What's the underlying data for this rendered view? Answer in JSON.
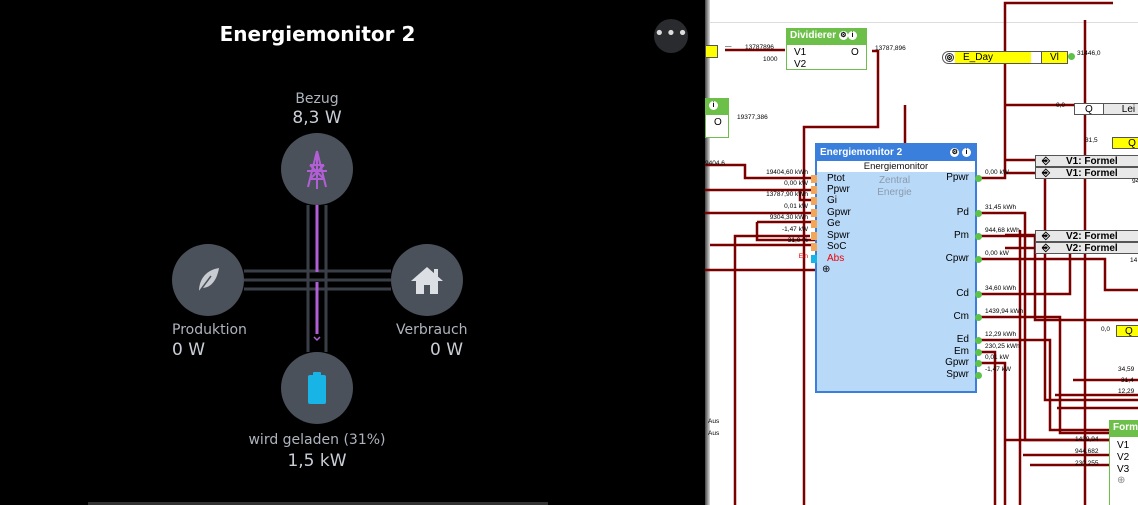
{
  "card": {
    "title": "Energiemonitor 2",
    "more_icon": "more-horizontal-icon"
  },
  "flow": {
    "grid": {
      "label": "Bezug",
      "value": "8,3 W",
      "icon": "transmission-tower-icon",
      "color": "#b25fd6"
    },
    "solar": {
      "label": "Produktion",
      "value": "0 W",
      "icon": "leaf-icon"
    },
    "home": {
      "label": "Verbrauch",
      "value": "0 W",
      "icon": "home-icon"
    },
    "battery": {
      "label": "wird geladen (31%)",
      "value": "1,5 kW",
      "icon": "battery-icon",
      "color": "#19b4e6",
      "level_percent": 31
    }
  },
  "diagram": {
    "dividierer": {
      "title": "Dividierer",
      "inputs": [
        "V1",
        "V2"
      ],
      "output": "O",
      "in_values": [
        "13787896",
        "1000"
      ],
      "out_value": "13787,896",
      "left_mark": "—"
    },
    "small_block": {
      "output": "O",
      "out_value": "19377,386"
    },
    "eday": {
      "name": "E_Day",
      "type": "Vl",
      "value": "31446,0"
    },
    "q_lei": {
      "q": "Q",
      "label": "Lei",
      "value": "0,0"
    },
    "q_yellow1": {
      "q": "Q",
      "value": "31,5"
    },
    "v1_formel": [
      "V1: Formel",
      "V1: Formel"
    ],
    "v2_formel": [
      "V2: Formel",
      "V2: Formel"
    ],
    "q_yellow2": {
      "q": "Q",
      "value": "0,0"
    },
    "energiemonitor": {
      "title": "Energiemonitor 2",
      "subtitle": "Energiemonitor",
      "watermark": [
        "Zentral",
        "Energie"
      ],
      "inputs": [
        {
          "name": "Ptot",
          "value": "19404,60 kWh"
        },
        {
          "name": "Ppwr",
          "value": "0,00 kW"
        },
        {
          "name": "Gi",
          "value": "13787,90 kWh"
        },
        {
          "name": "Gpwr",
          "value": "0,01 kW"
        },
        {
          "name": "Ge",
          "value": "9304,30 kWh"
        },
        {
          "name": "Spwr",
          "value": "-1,47 kW"
        },
        {
          "name": "SoC",
          "value": "31,0 %"
        },
        {
          "name": "Abs",
          "value": "Ein"
        }
      ],
      "outputs": [
        {
          "name": "Ppwr",
          "value": "0,00 kW"
        },
        {
          "name": "Pd",
          "value": "31,45 kWh"
        },
        {
          "name": "Pm",
          "value": "944,68 kWh"
        },
        {
          "name": "Cpwr",
          "value": "0,00 kW"
        },
        {
          "name": "Cd",
          "value": "34,60 kWh"
        },
        {
          "name": "Cm",
          "value": "1439,94 kWh"
        },
        {
          "name": "Ed",
          "value": "12,29 kWh"
        },
        {
          "name": "Em",
          "value": "230,25 kWh"
        },
        {
          "name": "Gpwr",
          "value": "0,01 kW"
        },
        {
          "name": "Spwr",
          "value": "-1,47 kW"
        }
      ]
    },
    "left_value": "9404,6",
    "aus": [
      "Aus",
      "Aus"
    ],
    "right_values": [
      "34,59",
      "31,4",
      "12,29",
      "14",
      "94"
    ],
    "formel_block": {
      "title": "Form",
      "inputs": [
        "V1",
        "V2",
        "V3"
      ],
      "values": [
        "1439,94",
        "944,682",
        "230,255"
      ]
    }
  }
}
